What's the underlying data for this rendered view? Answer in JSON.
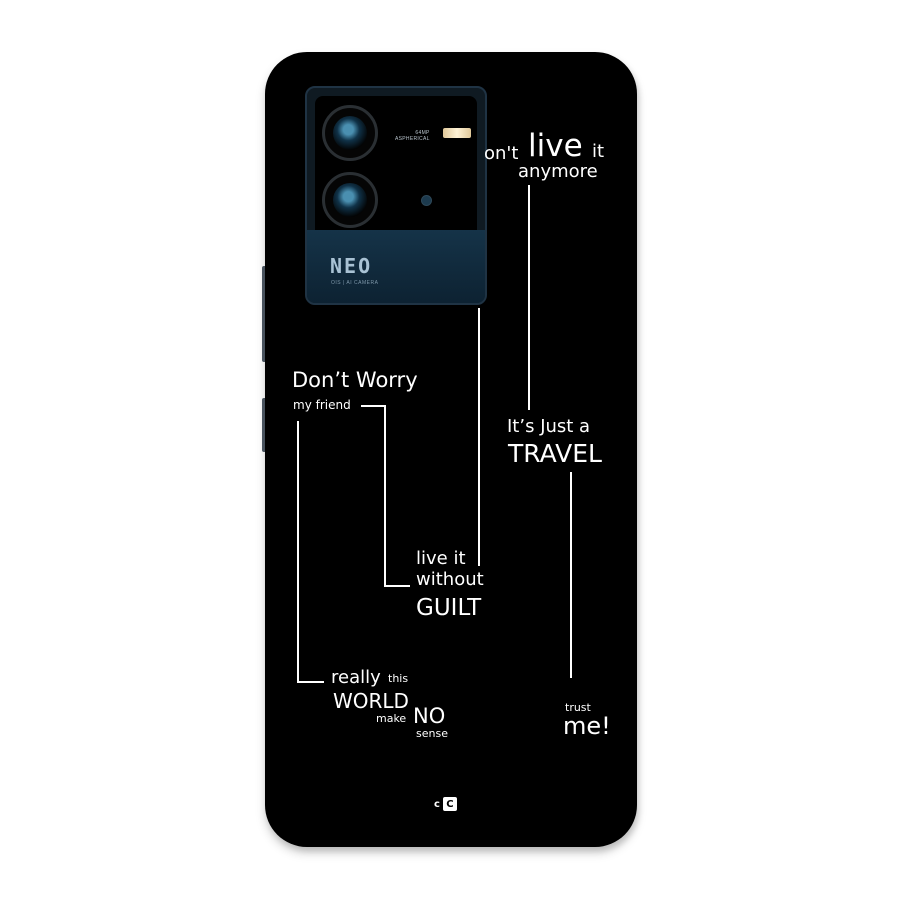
{
  "product": {
    "camera": {
      "lens_spec_line1": "64MP",
      "lens_spec_line2": "ASPHERICAL",
      "badge": "NEO",
      "badge_sub": "OIS | AI CAMERA"
    },
    "artwork": {
      "top_right": {
        "part1": "on't",
        "part2": "live",
        "part3": "it",
        "part4": "anymore"
      },
      "dont_worry": {
        "title": "Don’t Worry",
        "sub": "my friend"
      },
      "travel": {
        "line1": "It’s Just a",
        "line2": "TRAVEL"
      },
      "guilt": {
        "line1": "live it",
        "line2": "without",
        "line3": "GUILT"
      },
      "world": {
        "really": "really",
        "this": "this",
        "world": "WORLD",
        "make": "make",
        "no": "NO",
        "sense": "sense"
      },
      "trust": {
        "line1": "trust",
        "line2": "me!"
      }
    },
    "brand": {
      "logo_left": "c",
      "logo_right": "C"
    }
  }
}
